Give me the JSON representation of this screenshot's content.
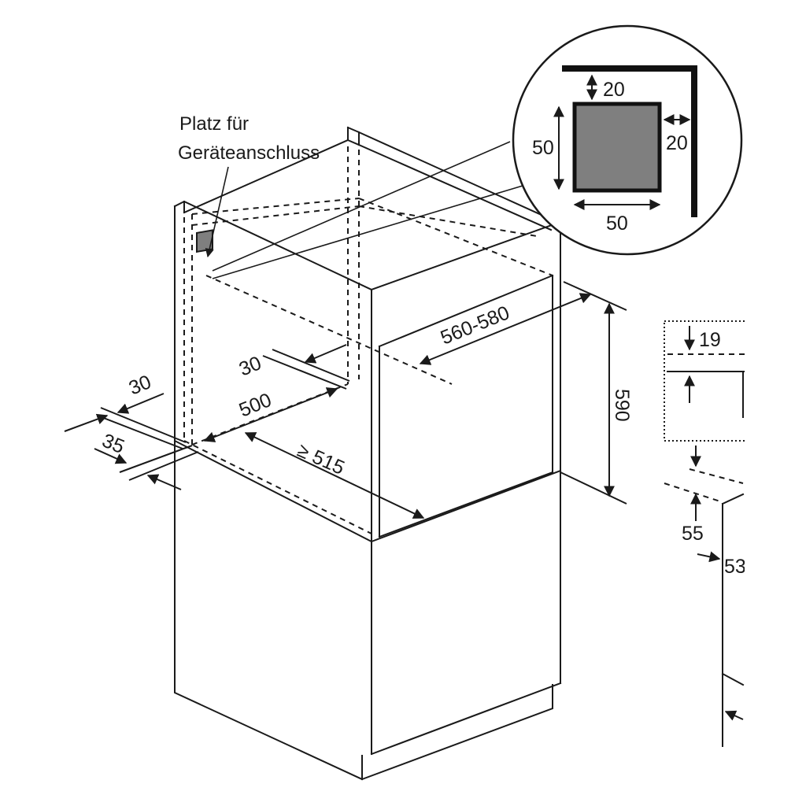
{
  "callout": {
    "line1": "Platz für",
    "line2": "Geräteanschluss"
  },
  "dimensions": {
    "d30_left": "30",
    "d35": "35",
    "d30_inner": "30",
    "d500": "500",
    "d515": "≥ 515",
    "d560_580": "560-580",
    "d590": "590"
  },
  "detail": {
    "d20_top": "20",
    "d50_left": "50",
    "d20_right": "20",
    "d50_bottom": "50"
  },
  "right_partial": {
    "d19": "19",
    "d55": "55",
    "d53": "53"
  },
  "colors": {
    "line": "#1a1a1a",
    "socket_fill": "#7f7f7f",
    "background": "#ffffff"
  }
}
